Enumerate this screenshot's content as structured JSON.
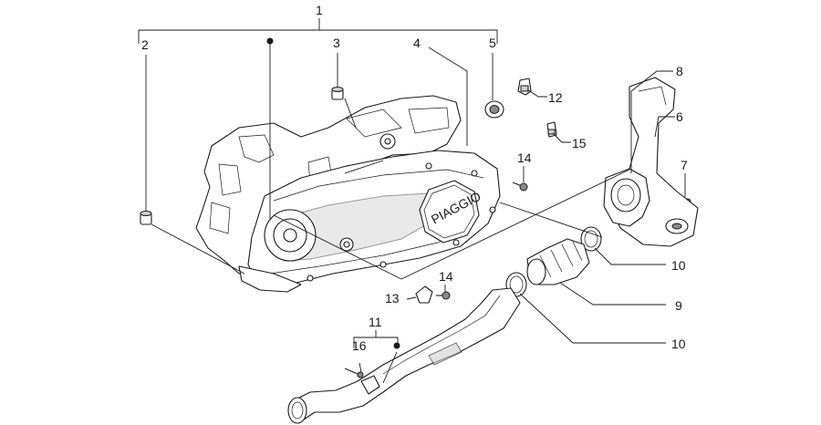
{
  "callouts": {
    "c1": "1",
    "c2": "2",
    "c3": "3",
    "c4": "4",
    "c5": "5",
    "c6": "6",
    "c7": "7",
    "c8": "8",
    "c9": "9",
    "c10a": "10",
    "c10b": "10",
    "c11": "11",
    "c12": "12",
    "c13": "13",
    "c14a": "14",
    "c14b": "14",
    "c15": "15",
    "c16": "16"
  },
  "brand": {
    "logo_text": "PIAGGIO"
  },
  "colors": {
    "line": "#1a1a1a",
    "shade": "#cfcfcf",
    "background": "#ffffff"
  }
}
